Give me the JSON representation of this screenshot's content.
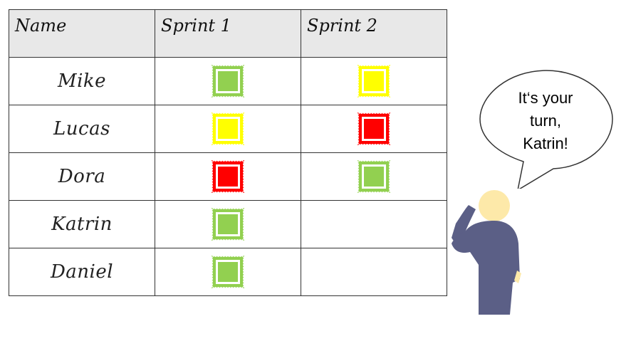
{
  "table": {
    "headers": [
      "Name",
      "Sprint 1",
      "Sprint 2"
    ],
    "rows": [
      {
        "name": "Mike",
        "sprint1": "green",
        "sprint2": "yellow"
      },
      {
        "name": "Lucas",
        "sprint1": "yellow",
        "sprint2": "red"
      },
      {
        "name": "Dora",
        "sprint1": "red",
        "sprint2": "green"
      },
      {
        "name": "Katrin",
        "sprint1": "green",
        "sprint2": ""
      },
      {
        "name": "Daniel",
        "sprint1": "green",
        "sprint2": ""
      }
    ]
  },
  "stamp_colors": {
    "green": "#92d050",
    "yellow": "#ffff00",
    "red": "#ff0000"
  },
  "speech_bubble": {
    "lines": [
      "It‘s your",
      "turn,",
      "Katrin!"
    ]
  },
  "person": {
    "head_color": "#fde9a9",
    "body_color": "#5b5f86"
  }
}
